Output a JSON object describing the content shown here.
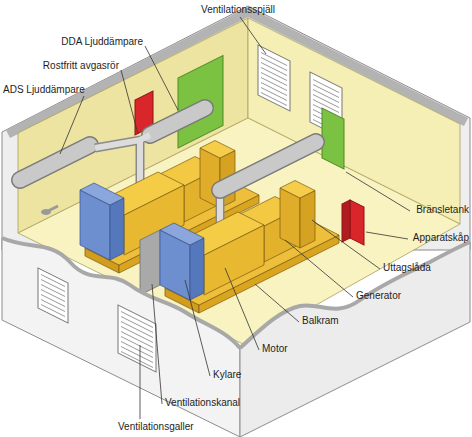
{
  "diagram": {
    "labels": [
      "Ventilationsspjäll",
      "DDA Ljuddämpare",
      "Rostfritt avgasrör",
      "ADS Ljuddämpare",
      "Bränsletank",
      "Apparatskåp",
      "Uttagslåda",
      "Generator",
      "Balkram",
      "Motor",
      "Kylare",
      "Ventilationskanal",
      "Ventilationsgaller"
    ]
  }
}
